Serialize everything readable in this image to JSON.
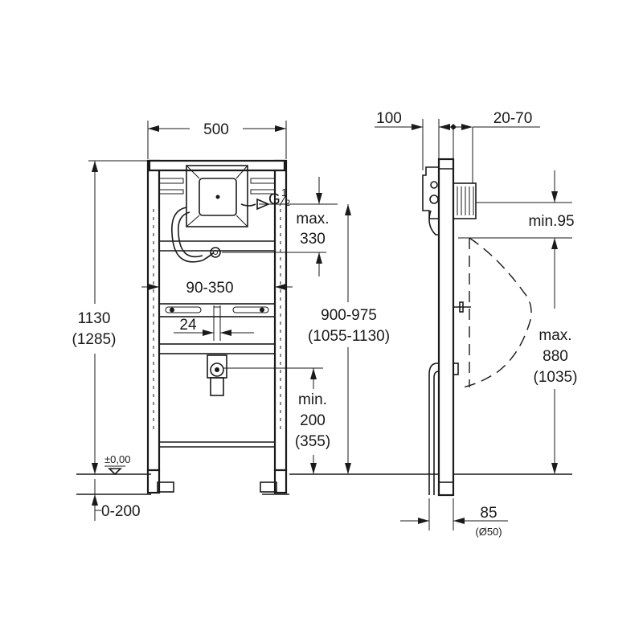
{
  "dimensions": {
    "width": "500",
    "total_height": "1130",
    "total_height_alt": "(1285)",
    "thread_label": "G",
    "thread_frac_num": "1",
    "thread_frac_den": "2",
    "max_330_line1": "max.",
    "max_330_line2": "330",
    "range_90_350": "90-350",
    "dim_24": "24",
    "range_900_975": "900-975",
    "range_900_975_alt": "(1055-1130)",
    "min_200_line1": "min.",
    "min_200_line2": "200",
    "min_200_alt": "(355)",
    "zero_level": "±0,00",
    "floor_range": "0-200",
    "depth_100": "100",
    "range_20_70": "20-70",
    "min_95": "min.95",
    "max_880_line1": "max.",
    "max_880_line2": "880",
    "max_880_alt": "(1035)",
    "dim_85": "85",
    "pipe_diameter": "(Ø50)"
  }
}
